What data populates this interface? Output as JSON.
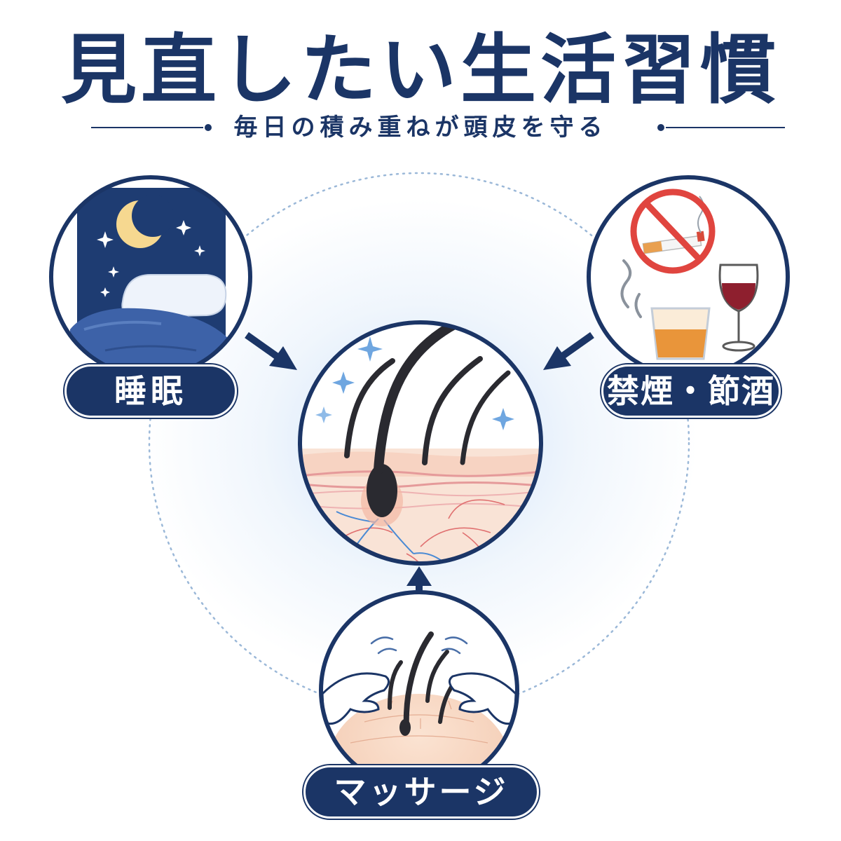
{
  "header": {
    "title": "見直したい生活習慣",
    "subtitle": "毎日の積み重ねが頭皮を守る"
  },
  "items": [
    {
      "id": "sleep",
      "label": "睡眠",
      "icon": "sleep-moon-pillow-icon"
    },
    {
      "id": "no-smoking-drinking",
      "label": "禁煙・節酒",
      "icon": "no-smoking-wine-icon"
    },
    {
      "id": "massage",
      "label": "マッサージ",
      "icon": "scalp-massage-icon"
    }
  ],
  "center": {
    "icon": "healthy-hair-scalp-icon"
  },
  "colors": {
    "navy": "#1b3566",
    "skin": "#f7d9c8",
    "blood_vessel_red": "#e05a5a",
    "vein_blue": "#4a8ad4",
    "sparkle_blue": "#6fa6e0",
    "no_sign_red": "#e0453f",
    "wine": "#8e1f2e",
    "juice": "#e9953a"
  }
}
